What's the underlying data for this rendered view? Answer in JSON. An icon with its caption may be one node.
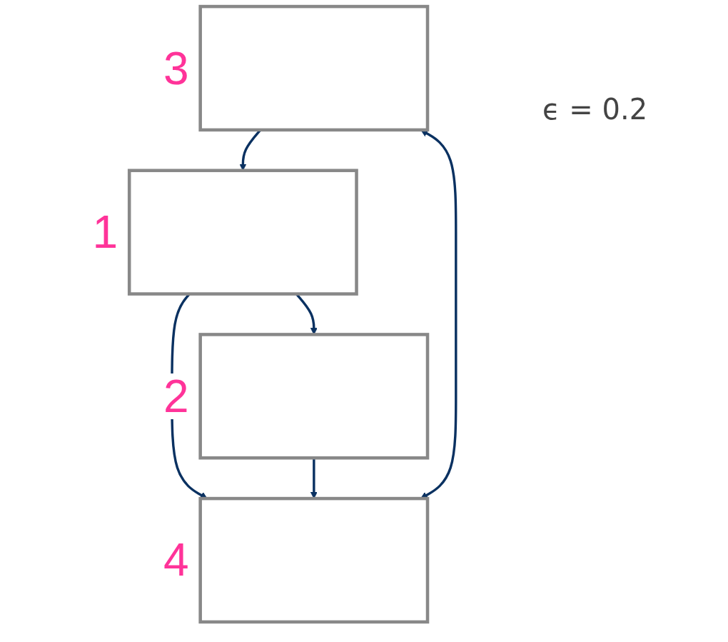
{
  "diagram": {
    "nodes": [
      {
        "text": [],
        "shape": "box",
        "beside": [
          "1"
        ]
      },
      {
        "text": [],
        "shape": "box",
        "beside": [
          "2"
        ]
      },
      {
        "text": [],
        "shape": "box",
        "beside": [
          "3"
        ]
      },
      {
        "text": [],
        "shape": "box",
        "beside": [
          "4"
        ]
      }
    ],
    "edges": [
      {
        "from": 0,
        "to": 1,
        "arrow": "to"
      },
      {
        "from": 0,
        "to": 3,
        "arrow": "to"
      },
      {
        "from": 1,
        "to": 3,
        "arrow": "to"
      },
      {
        "from": 2,
        "to": 0,
        "arrow": "to"
      },
      {
        "from": 2,
        "to": 3,
        "arrow": "both"
      }
    ],
    "labels": [
      "ϵ = 0.2"
    ]
  }
}
